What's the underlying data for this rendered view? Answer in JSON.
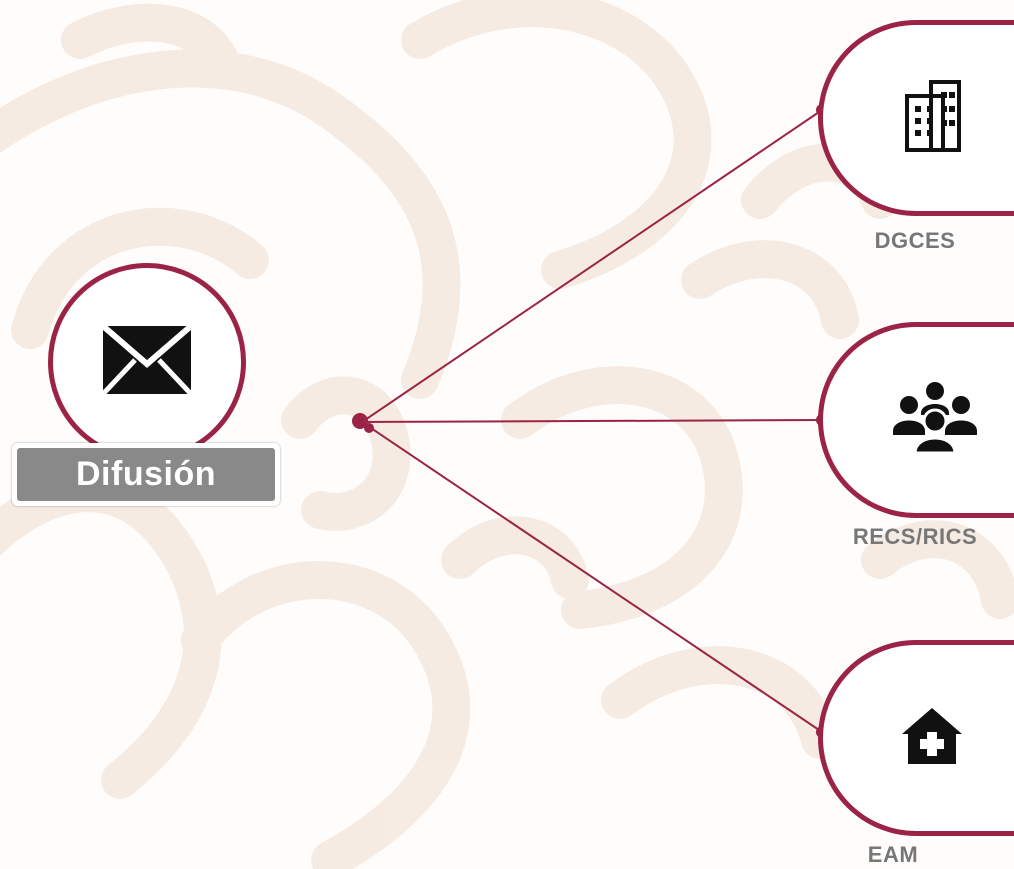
{
  "diagram": {
    "source": {
      "label": "Difusión",
      "icon": "envelope-icon"
    },
    "targets": [
      {
        "label": "DGCES",
        "icon": "building-icon"
      },
      {
        "label": "RECS/RICS",
        "icon": "people-group-icon"
      },
      {
        "label": "EAM",
        "icon": "clinic-house-icon"
      }
    ]
  },
  "colors": {
    "accent": "#9b2345",
    "label_text": "#777777",
    "label_box": "#898989",
    "background_pattern": "#f6ebe3"
  }
}
